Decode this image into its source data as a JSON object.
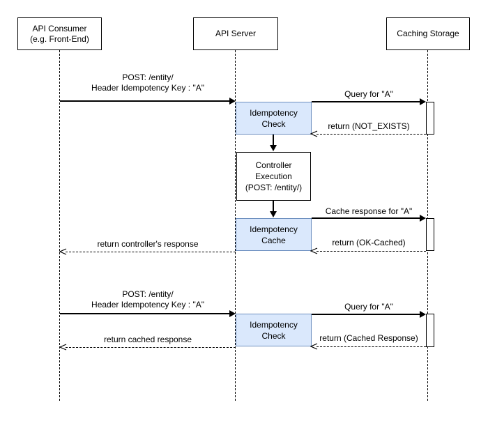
{
  "actors": {
    "consumer": {
      "line1": "API Consumer",
      "line2": "(e.g. Front-End)"
    },
    "server": {
      "label": "API Server"
    },
    "cache": {
      "label": "Caching Storage"
    }
  },
  "nodes": {
    "idem_check1": {
      "line1": "Idempotency",
      "line2": "Check"
    },
    "controller": {
      "line1": "Controller",
      "line2": "Execution",
      "line3": "(POST: /entity/)"
    },
    "idem_cache": {
      "line1": "Idempotency",
      "line2": "Cache"
    },
    "idem_check2": {
      "line1": "Idempotency",
      "line2": "Check"
    }
  },
  "messages": {
    "post1": {
      "line1": "POST: /entity/",
      "line2": "Header Idempotency Key : \"A\""
    },
    "query1": {
      "label": "Query for \"A\""
    },
    "return_not_exists": {
      "label": "return (NOT_EXISTS)"
    },
    "cache_response": {
      "label": "Cache response for \"A\""
    },
    "return_ok_cached": {
      "label": "return (OK-Cached)"
    },
    "return_controllers": {
      "label": "return controller's response"
    },
    "post2": {
      "line1": "POST: /entity/",
      "line2": "Header Idempotency Key : \"A\""
    },
    "query2": {
      "label": "Query for \"A\""
    },
    "return_cached_resp": {
      "label": "return (Cached Response)"
    },
    "return_cached": {
      "label": "return cached response"
    }
  },
  "colors": {
    "highlight_fill": "#dae8fc",
    "highlight_stroke": "#6c8ebf",
    "line_color": "#000000",
    "background": "#ffffff"
  }
}
